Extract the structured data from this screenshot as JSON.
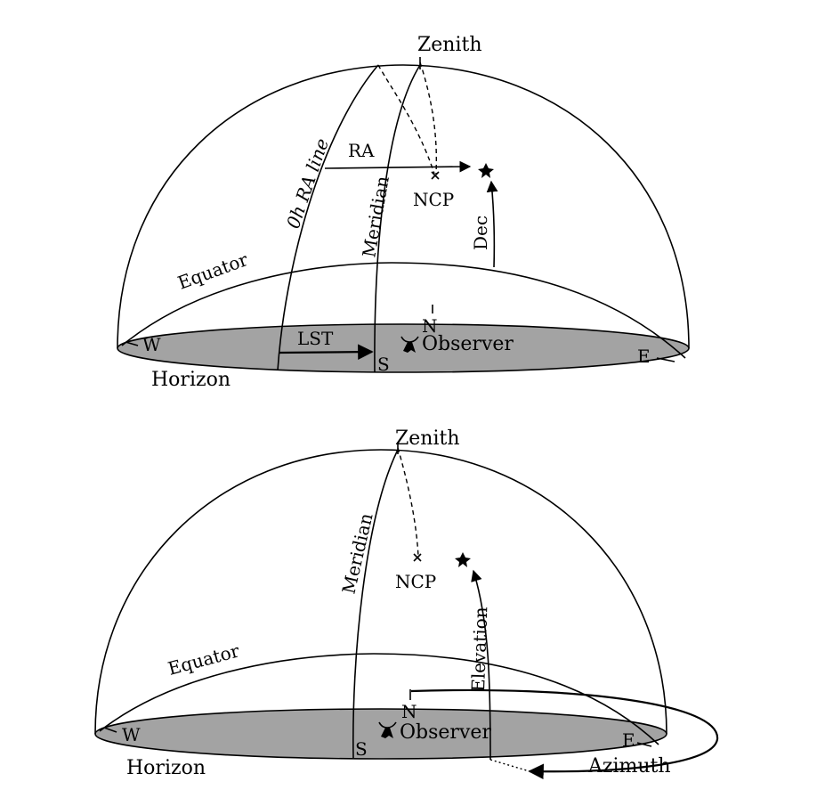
{
  "top_panel": {
    "zenith": "Zenith",
    "ra_line": "0h RA line",
    "ra": "RA",
    "ncp": "NCP",
    "meridian": "Meridian",
    "dec": "Dec",
    "equator": "Equator",
    "north": "N",
    "west": "W",
    "east": "E",
    "south": "S",
    "lst": "LST",
    "observer": "Observer",
    "horizon": "Horizon"
  },
  "bottom_panel": {
    "zenith": "Zenith",
    "meridian": "Meridian",
    "ncp": "NCP",
    "elevation": "Elevation",
    "equator": "Equator",
    "north": "N",
    "west": "W",
    "east": "E",
    "south": "S",
    "observer": "Observer",
    "horizon": "Horizon",
    "azimuth": "Azimuth"
  }
}
